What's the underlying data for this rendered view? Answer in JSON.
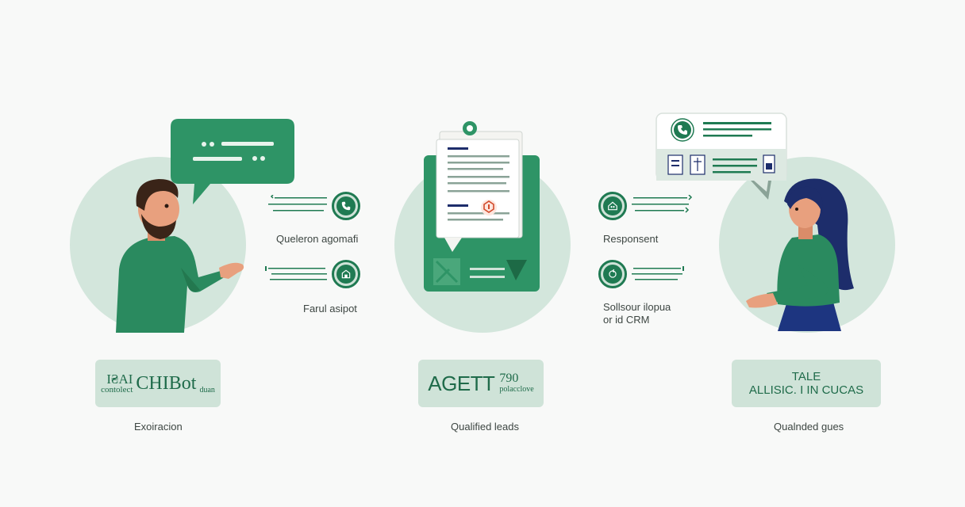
{
  "left": {
    "annotation_top": "Queleron agomafi",
    "annotation_bottom": "Farul asipot",
    "banner_small_left": "I₴AI",
    "banner_small_left_sub": "contolect",
    "banner_big": "CHIBot",
    "banner_small_right": "duan",
    "caption": "Exoiracion"
  },
  "center": {
    "banner_big": "AGETT",
    "banner_number": "790",
    "banner_small": "polacclove",
    "caption": "Qualified leads"
  },
  "right": {
    "annotation_top": "Responsent",
    "annotation_bottom_line1": "Sollsour ilopua",
    "annotation_bottom_line2": "or id CRM",
    "banner_line1": "TALE",
    "banner_line2": "ALLISIC. I IN CUCAS",
    "caption": "Qualnded gues"
  },
  "colors": {
    "accent": "#1f7a52",
    "circle": "#d3e6dc",
    "banner": "#cfe3d8",
    "bubble": "#2e9466",
    "navy": "#1d2d6b"
  }
}
